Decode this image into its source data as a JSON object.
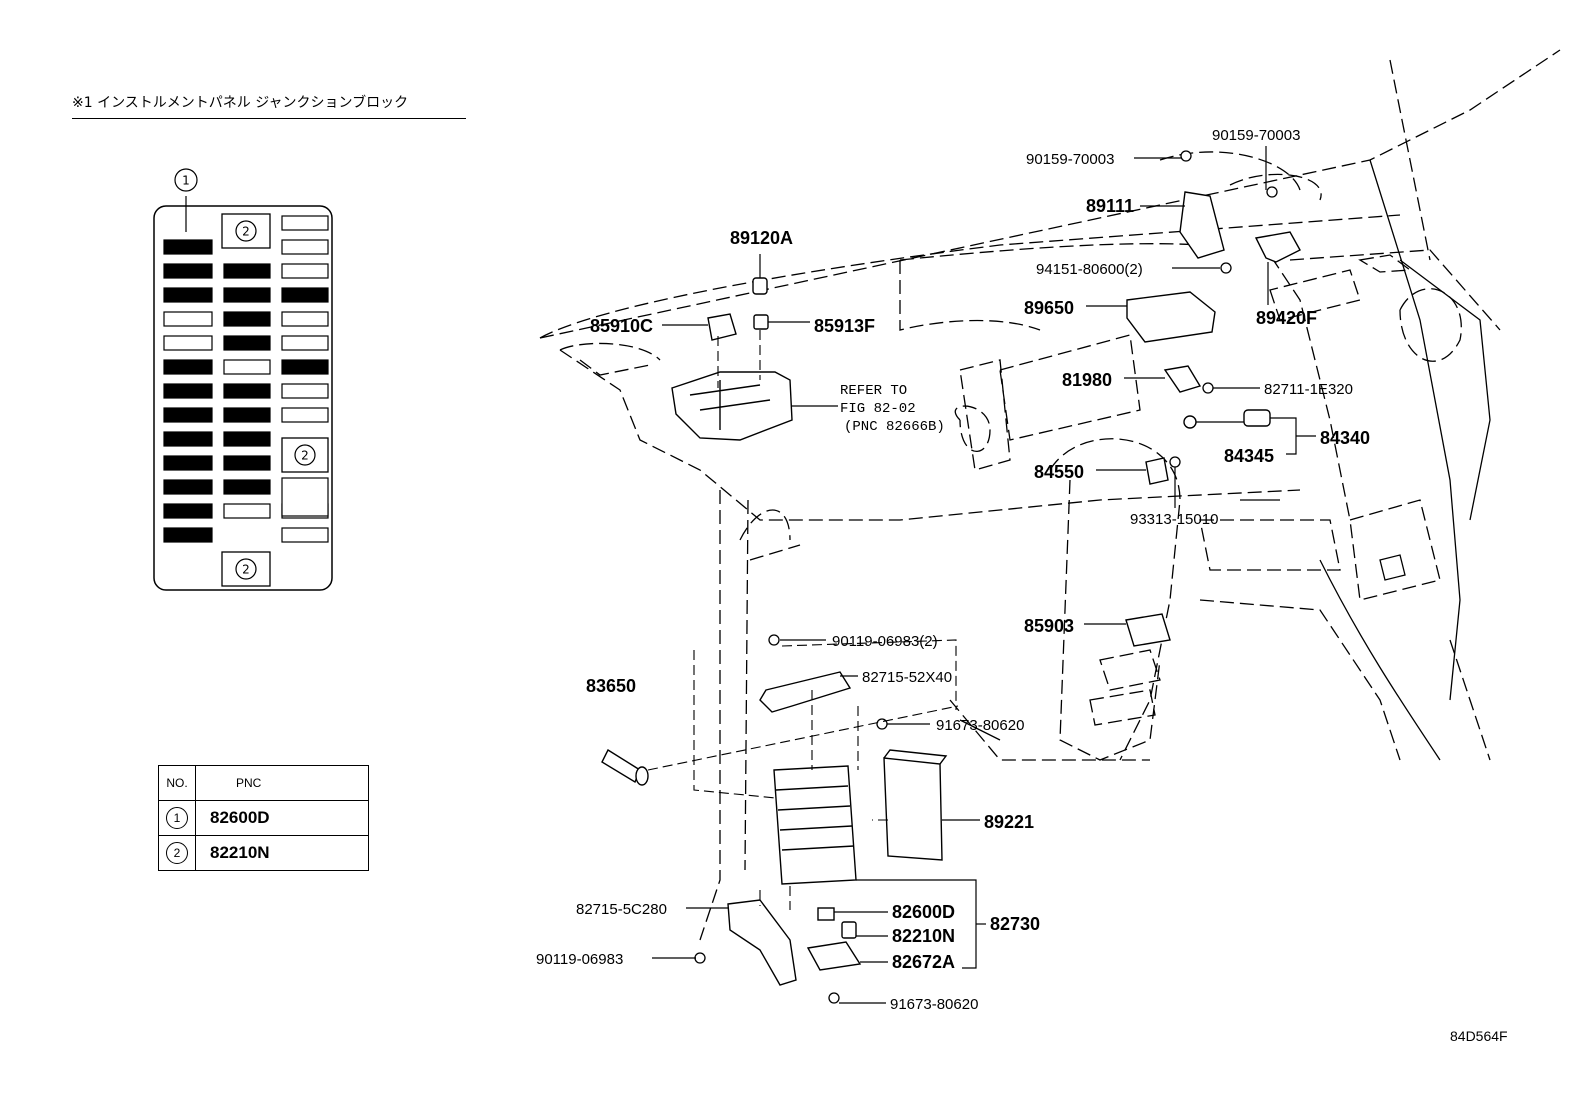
{
  "note": {
    "text": "※1 インストルメントパネル ジャンクションブロック"
  },
  "figure_code": "84D564F",
  "fuse_block": {
    "callout_top": "1",
    "callout_2": "2"
  },
  "pnc_table": {
    "header_no": "NO.",
    "header_pnc": "PNC",
    "rows": [
      {
        "no": "1",
        "pnc": "82600D"
      },
      {
        "no": "2",
        "pnc": "82210N"
      }
    ]
  },
  "labels": {
    "p89120A": "89120A",
    "p85910C": "85910C",
    "p85913F": "85913F",
    "refer1": "REFER TO",
    "refer2": "FIG 82-02",
    "refer3": "(PNC 82666B)",
    "p90159_a": "90159-70003",
    "p90159_b": "90159-70003",
    "p89111": "89111",
    "p94151": "94151-80600(2)",
    "p89650": "89650",
    "p89420F": "89420F",
    "p81980": "81980",
    "p82711": "82711-1E320",
    "p84345": "84345",
    "p84340": "84340",
    "p84550": "84550",
    "p93313": "93313-15010",
    "p85903": "85903",
    "p90119_2": "90119-06983(2)",
    "p82715_52": "82715-52X40",
    "p83650": "83650",
    "p91673_a": "91673-80620",
    "p89221": "89221",
    "p82715_5c": "82715-5C280",
    "p82600D": "82600D",
    "p82210N": "82210N",
    "p82672A": "82672A",
    "p82730": "82730",
    "p90119": "90119-06983",
    "p91673_b": "91673-80620"
  }
}
